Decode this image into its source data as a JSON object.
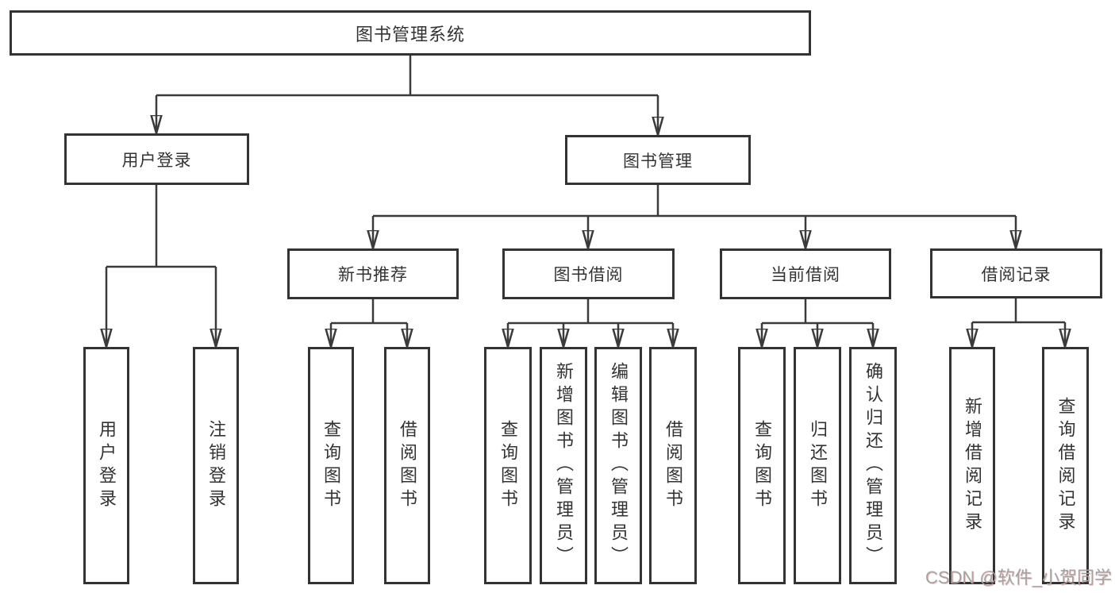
{
  "root": {
    "label": "图书管理系统"
  },
  "level2": {
    "user_login": {
      "label": "用户登录"
    },
    "book_management": {
      "label": "图书管理"
    }
  },
  "level3": {
    "new_book_recommend": {
      "label": "新书推荐"
    },
    "book_borrowing": {
      "label": "图书借阅"
    },
    "current_borrowing": {
      "label": "当前借阅"
    },
    "borrowing_records": {
      "label": "借阅记录"
    }
  },
  "leaves": {
    "user_login": {
      "label": "用户登录"
    },
    "logout": {
      "label": "注销登录"
    },
    "recommend_query_books": {
      "label": "查询图书"
    },
    "recommend_borrow_books": {
      "label": "借阅图书"
    },
    "borrowing_query_books": {
      "label": "查询图书"
    },
    "add_books_admin": {
      "label": "新增图书（管理员）"
    },
    "edit_books_admin": {
      "label": "编辑图书（管理员）"
    },
    "borrowing_borrow_books": {
      "label": "借阅图书"
    },
    "current_query_books": {
      "label": "查询图书"
    },
    "return_books": {
      "label": "归还图书"
    },
    "confirm_return_admin": {
      "label": "确认归还（管理员）"
    },
    "add_borrow_record": {
      "label": "新增借阅记录"
    },
    "query_borrow_record": {
      "label": "查询借阅记录"
    }
  },
  "watermark": {
    "text": "CSDN @软件_小贺同学"
  },
  "colors": {
    "line": "#3a3a3a",
    "box_border": "#333333",
    "text": "#333333",
    "background": "#ffffff",
    "watermark": "#a3a3a3"
  }
}
